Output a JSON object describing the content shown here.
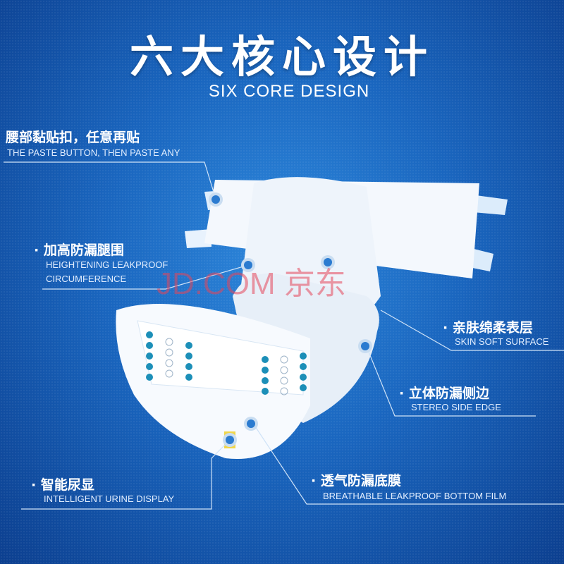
{
  "title": "六大核心设计",
  "subtitle": "SIX CORE DESIGN",
  "watermark": "JD.COM 京东",
  "features": [
    {
      "cn": "腰部黏贴扣，任意再贴",
      "en": "THE PASTE BUTTON, THEN PASTE ANY"
    },
    {
      "cn": "· 加高防漏腿围",
      "en": "HEIGHTENING LEAKPROOF",
      "en2": "CIRCUMFERENCE"
    },
    {
      "cn": "· 亲肤绵柔表层",
      "en": "SKIN SOFT SURFACE"
    },
    {
      "cn": "· 立体防漏侧边",
      "en": "STEREO SIDE EDGE"
    },
    {
      "cn": "· 智能尿显",
      "en": "INTELLIGENT URINE DISPLAY"
    },
    {
      "cn": "· 透气防漏底膜",
      "en": "BREATHABLE LEAKPROOF BOTTOM FILM"
    }
  ],
  "colors": {
    "accent": "#1a66bf",
    "marker": "#2b7bd0"
  }
}
